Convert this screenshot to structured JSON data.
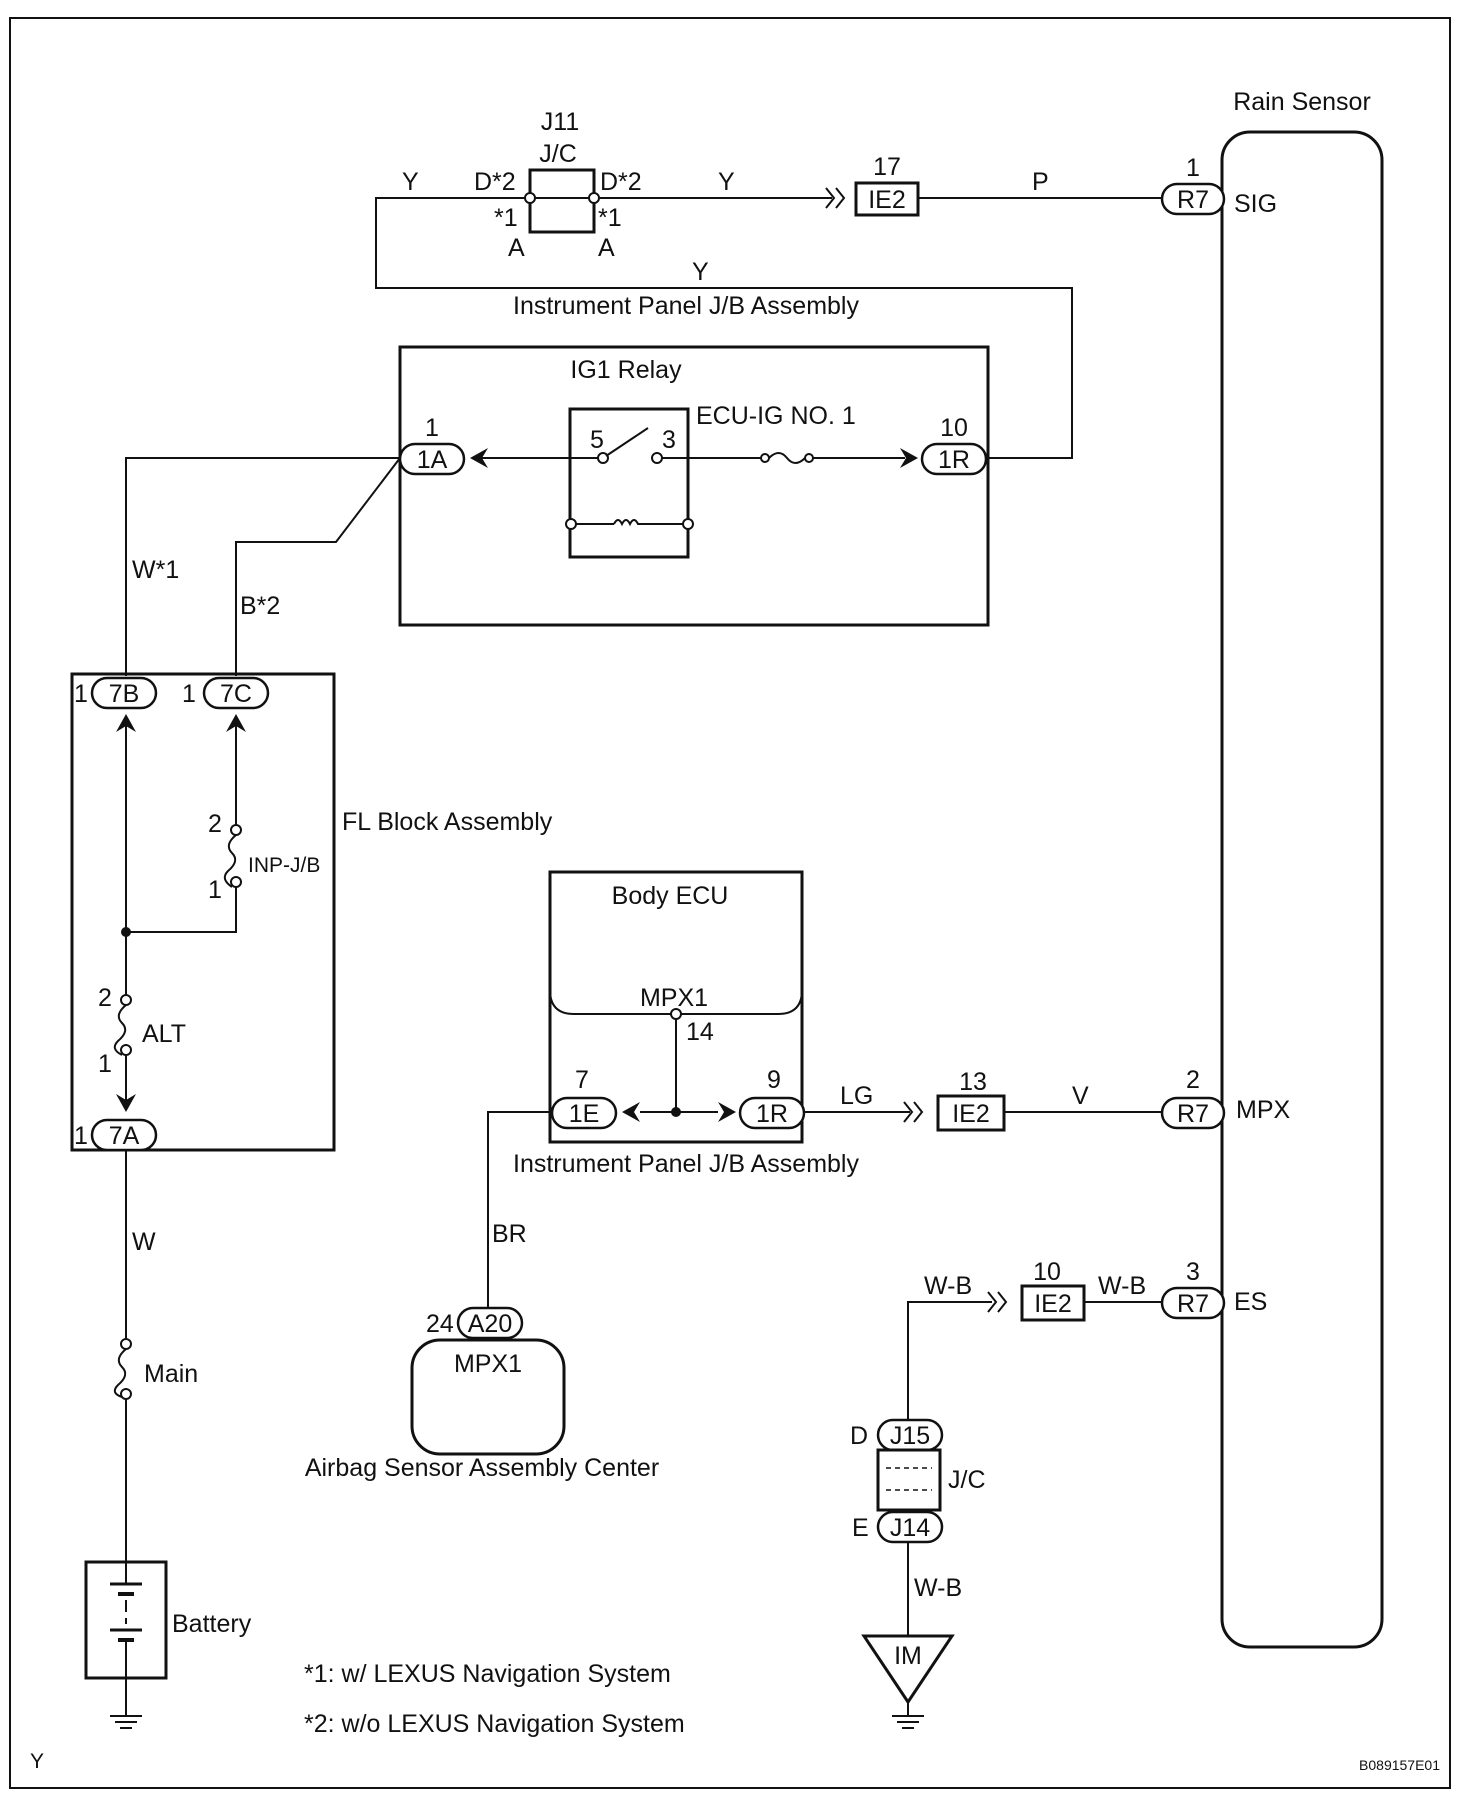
{
  "labels": {
    "rain_sensor": "Rain Sensor",
    "j11": "J11",
    "jc_top": "J/C",
    "ip_jb_top": "Instrument Panel J/B Assembly",
    "ig1_relay": "IG1 Relay",
    "ecu_ig_no1": "ECU-IG NO. 1",
    "fl_block": "FL Block Assembly",
    "inp_jb": "INP-J/B",
    "alt": "ALT",
    "main": "Main",
    "battery": "Battery",
    "body_ecu": "Body ECU",
    "mpx1_ecu": "MPX1",
    "ip_jb_bottom": "Instrument Panel J/B Assembly",
    "airbag_mpx1": "MPX1",
    "airbag": "Airbag Sensor Assembly Center",
    "jc_bottom": "J/C",
    "sig": "SIG",
    "mpx": "MPX",
    "es": "ES",
    "footnote1": "*1: w/ LEXUS Navigation System",
    "footnote2": "*2: w/o LEXUS Navigation System",
    "corner_y": "Y",
    "doc_code": "B089157E01"
  },
  "connectors": {
    "r7_sig": "R7",
    "r7_mpx": "R7",
    "r7_es": "R7",
    "ie2_top": "IE2",
    "ie2_mid": "IE2",
    "ie2_bot": "IE2",
    "c1a": "1A",
    "c1r_top": "1R",
    "c7b": "7B",
    "c7c": "7C",
    "c7a": "7A",
    "c1e": "1E",
    "c1r_bot": "1R",
    "a20": "A20",
    "j15": "J15",
    "j14": "J14",
    "im": "IM"
  },
  "pins": {
    "r7_sig": "1",
    "ie2_top": "17",
    "c1a": "1",
    "c1r_top": "10",
    "relay5": "5",
    "relay3": "3",
    "c7b": "1",
    "c7c": "1",
    "c7a": "1",
    "inp_top": "2",
    "inp_bot": "1",
    "alt_top": "2",
    "alt_bot": "1",
    "mpx1_14": "14",
    "c1e": "7",
    "c1r_bot": "9",
    "ie2_mid": "13",
    "r7_mpx": "2",
    "a20": "24",
    "ie2_bot": "10",
    "r7_es": "3",
    "j15": "D",
    "j14": "E",
    "d2_left": "D*2",
    "d2_right": "D*2",
    "s1_left": "*1",
    "s1_right": "*1",
    "a_left": "A",
    "a_right": "A"
  },
  "wires": {
    "y_left": "Y",
    "y_mid": "Y",
    "y_bottom": "Y",
    "p": "P",
    "w1": "W*1",
    "b2": "B*2",
    "w": "W",
    "lg": "LG",
    "v": "V",
    "br": "BR",
    "wb1": "W-B",
    "wb2": "W-B",
    "wb3": "W-B"
  }
}
